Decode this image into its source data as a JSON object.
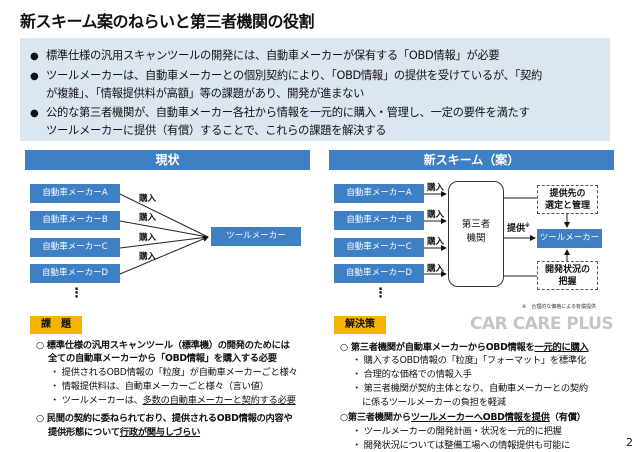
{
  "title": "新スキーム案のねらいと第三者機関の役割",
  "summary": {
    "bullets": [
      {
        "line1": "標準仕様の汎用スキャンツールの開発には、自動車メーカーが保有する「OBD情報」が必要"
      },
      {
        "line1": "ツールメーカーは、自動車メーカーとの個別契約により、「OBD情報」の提供を受けているが、「契約",
        "line2": "が複雑」、「情報提供料が高額」等の課題があり、開発が進まない"
      },
      {
        "line1": "公的な第三者機関が、自動車メーカー各社から情報を一元的に購入・管理し、一定の要件を満たす",
        "line2": "ツールメーカーに提供（有償）することで、これらの課題を解決する"
      }
    ]
  },
  "current": {
    "header": "現状",
    "makers": [
      "自動車メーカーA",
      "自動車メーカーB",
      "自動車メーカーC",
      "自動車メーカーD"
    ],
    "purchase": "購入",
    "dots": "⋮",
    "tool_maker": "ツールメーカー"
  },
  "new_scheme": {
    "header": "新スキーム（案）",
    "makers": [
      "自動車メーカーA",
      "自動車メーカーB",
      "自動車メーカーC",
      "自動車メーカーD"
    ],
    "purchase": "購入",
    "dots": "⋮",
    "third_party_1": "第三者",
    "third_party_2": "機関",
    "provide": "提供",
    "provide_mark": "※",
    "tool_maker": "ツールメーカー",
    "selection_1": "提供先の",
    "selection_2": "選定と管理",
    "status_1": "開発状況の",
    "status_2": "把握",
    "note": "※　合理的な価格による有償提供"
  },
  "issues": {
    "label": "課　題",
    "p1_l1": "○ 標準仕様の汎用スキャンツール（標準機）の開発のためには",
    "p1_l2": "全ての自動車メーカーから「OBD情報」を購入する必要",
    "s1": "・ 提供されるOBD情報の「粒度」が自動車メーカーごと様々",
    "s2": "・ 情報提供料は、自動車メーカーごと様々（言い値）",
    "s3_a": "・ ツールメーカーは、",
    "s3_u": "多数の自動車メーカーと契約する必要",
    "p2_l1": "○ 民間の契約に委ねられており、提供されるOBD情報の内容や",
    "p2_l2_a": "提供形態について",
    "p2_l2_u": "行政が関与しづらい"
  },
  "solution": {
    "label": "解決策",
    "p1_a": "○ 第三者機関が自動車メーカーからOBD情報を",
    "p1_u": "一元的に購入",
    "s1": "・ 購入するOBD情報の「粒度」「フォーマット」を標準化",
    "s2": "・ 合理的な価格での情報入手",
    "s3_l1": "・ 第三者機関が契約主体となり、自動車メーカーとの契約",
    "s3_l2": "に係るツールメーカーの負担を軽減",
    "p2_a": "○第三者機関から",
    "p2_u": "ツールメーカーへOBD情報を提供",
    "p2_b": "（有償）",
    "s4": "・ ツールメーカーの開発計画・状況を一元的に把握",
    "s5": "・ 開発状況については整備工場への情報提供も可能に"
  },
  "page_number": "2",
  "watermark": "CAR CARE PLUS",
  "colors": {
    "header_blue": "#3f7fc3",
    "summary_bg": "#dce6f1",
    "label_orange": "#f5b400"
  }
}
